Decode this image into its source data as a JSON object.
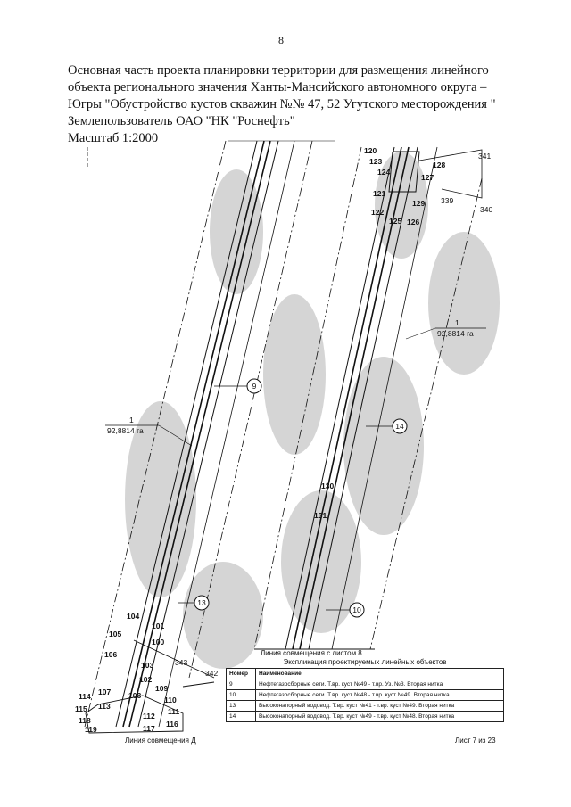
{
  "page_number": "8",
  "title_lines": [
    "Основная часть проекта планировки территории для размещения линейного",
    "объекта регионального значения Ханты-Мансийского автономного округа –",
    "Югры \"Обустройство кустов скважин №№ 47, 52 Угутского месторождения \"",
    "Землепользователь ОАО \"НК \"Роснефть\""
  ],
  "scale": "Масштаб 1:2000",
  "plot_labels": {
    "plot_id": "1",
    "plot_area": "92,8814 га"
  },
  "route_labels": [
    "9",
    "14",
    "13",
    "10"
  ],
  "point_labels": {
    "top_cluster": [
      "120",
      "123",
      "124",
      "121",
      "122",
      "125",
      "126",
      "127",
      "128",
      "129",
      "339",
      "340",
      "341"
    ],
    "middle": [
      "130",
      "131"
    ],
    "bottom_cluster": [
      "104",
      "105",
      "101",
      "100",
      "106",
      "103",
      "102",
      "107",
      "108",
      "109",
      "110",
      "111",
      "112",
      "113",
      "114",
      "115",
      "116",
      "117",
      "118",
      "119",
      "342",
      "343"
    ]
  },
  "match_line_8": "Линия совмещения с листом 8",
  "match_line_d": "Линия совмещения Д",
  "legend": {
    "title": "Экспликация проектируемых линейных объектов",
    "headers": [
      "Номер",
      "Наименование"
    ],
    "rows": [
      [
        "9",
        "Нефтегазосборные сети. Т.вр. куст №49 - т.вр. Уз. №3. Вторая нитка"
      ],
      [
        "10",
        "Нефтегазосборные сети. Т.вр. куст №48 - т.вр. куст №49. Вторая нитка"
      ],
      [
        "13",
        "Высоконапорный водовод. Т.вр. куст №41 - т.вр. куст №49. Вторая нитка"
      ],
      [
        "14",
        "Высоконапорный водовод. Т.вр. куст №49 - т.вр. куст №48. Вторая нитка"
      ]
    ]
  },
  "sheet": "Лист 7 из 23"
}
